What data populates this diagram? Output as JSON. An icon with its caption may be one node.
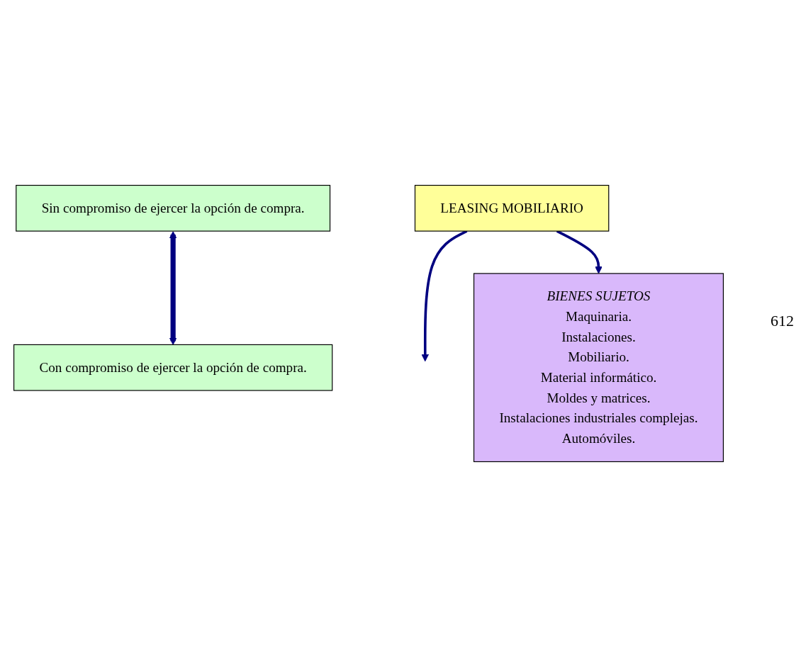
{
  "diagram": {
    "nodes": [
      {
        "text": [
          "Sin compromiso de ejercer la opción de compra."
        ]
      },
      {
        "text": [
          "Con compromiso de ejercer la opción de compra."
        ]
      },
      {
        "text": [
          "LEASING MOBILIARIO"
        ]
      },
      {
        "text": [
          "BIENES SUJETOS",
          "Maquinaria.",
          "Instalaciones.",
          "Mobiliario.",
          "Material informático.",
          "Moldes y matrices.",
          "Instalaciones industriales complejas.",
          "Automóviles."
        ]
      }
    ],
    "edges": [
      {
        "from": 0,
        "to": 1,
        "arrow": "both",
        "style": "thick"
      },
      {
        "from": 2,
        "to": null,
        "arrow": "to"
      },
      {
        "from": 2,
        "to": 3,
        "arrow": "to"
      }
    ],
    "labels": [
      "612"
    ]
  }
}
